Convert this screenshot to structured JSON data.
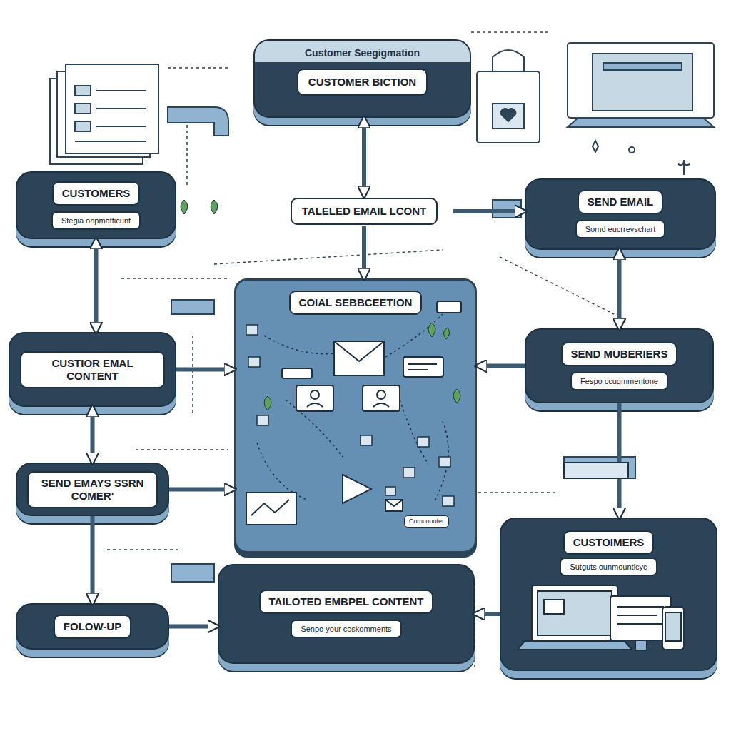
{
  "diagram": {
    "nodes": [
      {
        "text": [
          "Customer Seegigmation",
          "CUSTOMER BICTION"
        ]
      },
      {
        "text": [
          "CUSTOMERS",
          "Stegia onpmatticunt"
        ]
      },
      {
        "text": [
          "TALELED EMAIL LCONT"
        ]
      },
      {
        "text": [
          "SEND EMAIL",
          "Somd eucrrevschart"
        ]
      },
      {
        "text": [
          "COIAL SEBBCEETION"
        ]
      },
      {
        "text": [
          "CUSTIOR EMAL CONTENT"
        ]
      },
      {
        "text": [
          "SEND MUBERIERS",
          "Fespo ccugmmentone"
        ]
      },
      {
        "text": [
          "SEND EMAYS SSRN COMER'"
        ]
      },
      {
        "text": [
          "FOLOW-UP"
        ]
      },
      {
        "text": [
          "TAILOTED EMBPEL CONTENT",
          "Senpo your coskomments"
        ]
      },
      {
        "text": [
          "CUSTOIMERS",
          "Sutguts ounmounticyc"
        ]
      }
    ],
    "edges": [
      {
        "from": 0,
        "to": 2,
        "arrow": "both"
      },
      {
        "from": 1,
        "to": 5,
        "arrow": "both"
      },
      {
        "from": 2,
        "to": 3,
        "arrow": "to"
      },
      {
        "from": 2,
        "to": 4,
        "arrow": "to"
      },
      {
        "from": 3,
        "to": 6,
        "arrow": "both"
      },
      {
        "from": 5,
        "to": 4,
        "arrow": "to"
      },
      {
        "from": 5,
        "to": 7,
        "arrow": "both"
      },
      {
        "from": 6,
        "to": 4,
        "arrow": "to"
      },
      {
        "from": 7,
        "to": 4,
        "arrow": "to"
      },
      {
        "from": 6,
        "to": 10,
        "arrow": "to"
      },
      {
        "from": 7,
        "to": 8,
        "arrow": "to"
      },
      {
        "from": 8,
        "to": 9,
        "arrow": "to"
      },
      {
        "from": 10,
        "to": 9,
        "arrow": "to"
      }
    ],
    "labels": [
      "Comconoter"
    ]
  }
}
